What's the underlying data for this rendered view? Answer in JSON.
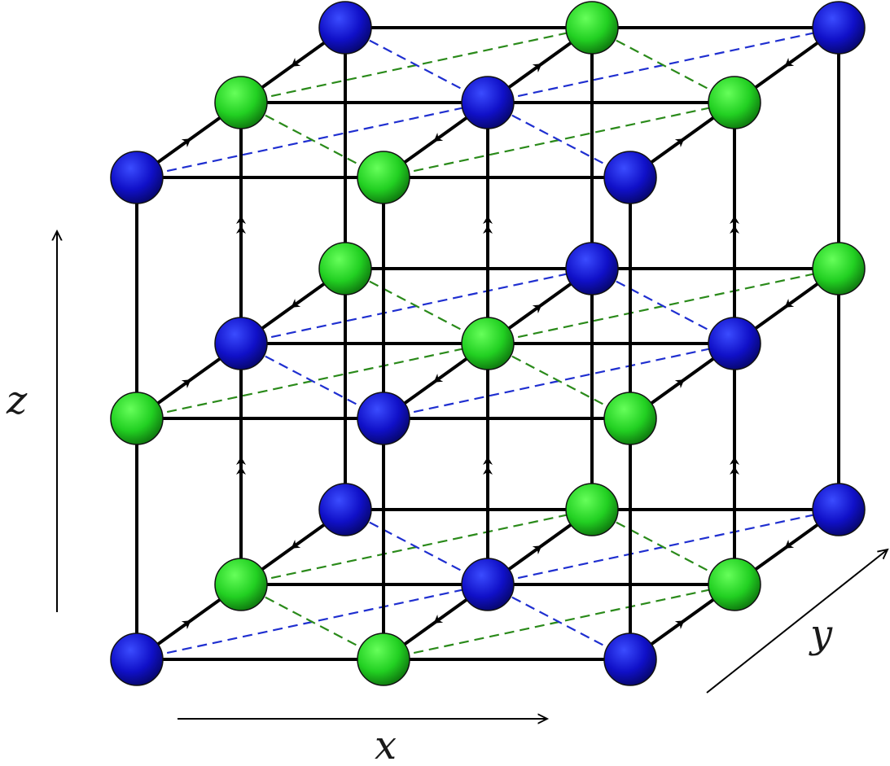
{
  "axes": {
    "x": "x",
    "y": "y",
    "z": "z"
  },
  "lattice": {
    "nx": 3,
    "ny": 3,
    "nz": 3,
    "site_colors": {
      "A": "blue",
      "B": "green"
    },
    "bond_color": "#000000",
    "dashed_colors": {
      "A": "#1f2fd0",
      "B": "#2a8a1a"
    }
  },
  "colors": {
    "blue_site": "#1010c8",
    "green_site": "#22d022",
    "bond": "#000000",
    "dashed_blue": "#1f2fd0",
    "dashed_green": "#2a8a1a"
  }
}
